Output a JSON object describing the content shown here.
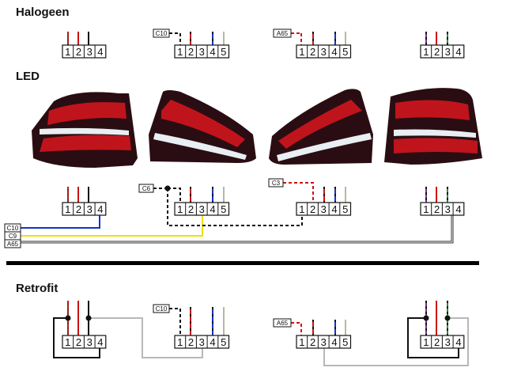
{
  "sections": {
    "halogeen": "Halogeen",
    "led": "LED",
    "retrofit": "Retrofit"
  },
  "connectors": {
    "h1": [
      "1",
      "2",
      "3",
      "4"
    ],
    "h2": [
      "1",
      "2",
      "3",
      "4",
      "5"
    ],
    "h3": [
      "1",
      "2",
      "3",
      "4",
      "5"
    ],
    "h4": [
      "1",
      "2",
      "3",
      "4"
    ],
    "l1": [
      "1",
      "2",
      "3",
      "4"
    ],
    "l2": [
      "1",
      "2",
      "3",
      "4",
      "5"
    ],
    "l3": [
      "1",
      "2",
      "3",
      "4",
      "5"
    ],
    "l4": [
      "1",
      "2",
      "3",
      "4"
    ],
    "r1": [
      "1",
      "2",
      "3",
      "4"
    ],
    "r2": [
      "1",
      "2",
      "3",
      "4",
      "5"
    ],
    "r3": [
      "1",
      "2",
      "3",
      "4",
      "5"
    ],
    "r4": [
      "1",
      "2",
      "3",
      "4"
    ]
  },
  "tags": {
    "h_c10": "C10",
    "h_a65": "A65",
    "l_c6": "C6",
    "l_c3": "C3",
    "l_c10": "C10",
    "l_c9": "C9",
    "l_a65": "A65",
    "r_c10": "C10",
    "r_a65": "A65"
  },
  "colors": {
    "brown": "#7a2a1a",
    "red": "#cc1111",
    "black": "#111111",
    "blue": "#1133cc",
    "yellow": "#f0e000",
    "grey": "#b8b8b8",
    "green": "#1a9a3a",
    "purple": "#7a2a8a",
    "lamp_red": "#c0141c",
    "lamp_dark": "#2a0d12"
  }
}
